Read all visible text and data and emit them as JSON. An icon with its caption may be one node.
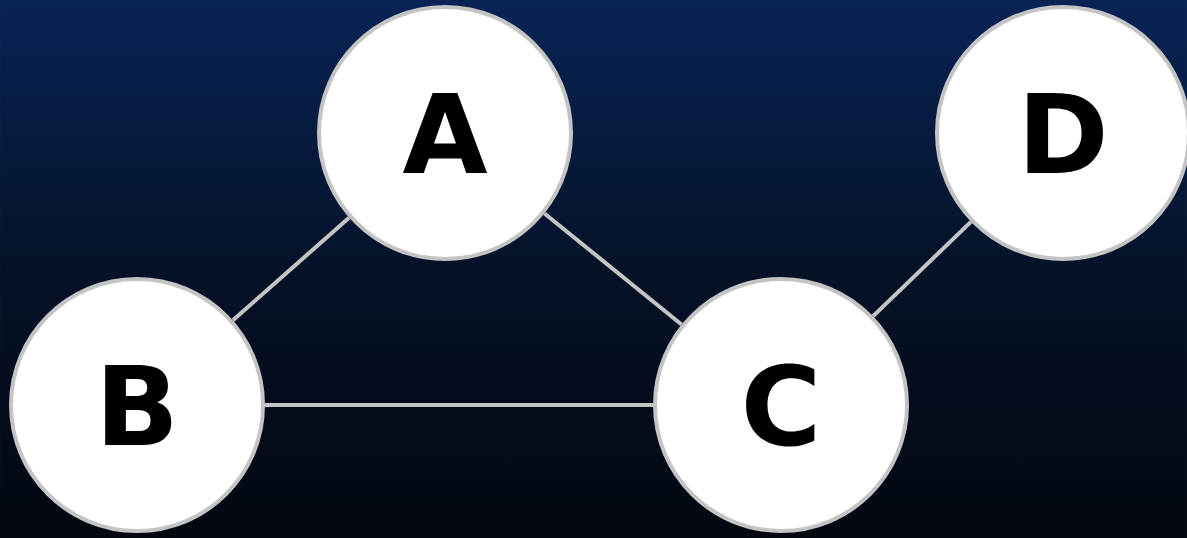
{
  "diagram": {
    "nodes": [
      {
        "text": [
          "A"
        ]
      },
      {
        "text": [
          "D"
        ]
      },
      {
        "text": [
          "B"
        ]
      },
      {
        "text": [
          "C"
        ]
      }
    ],
    "edges": [
      {
        "from": 0,
        "to": 2,
        "arrow": "none"
      },
      {
        "from": 0,
        "to": 3,
        "arrow": "none"
      },
      {
        "from": 2,
        "to": 3,
        "arrow": "none"
      },
      {
        "from": 3,
        "to": 1,
        "arrow": "none"
      }
    ]
  }
}
